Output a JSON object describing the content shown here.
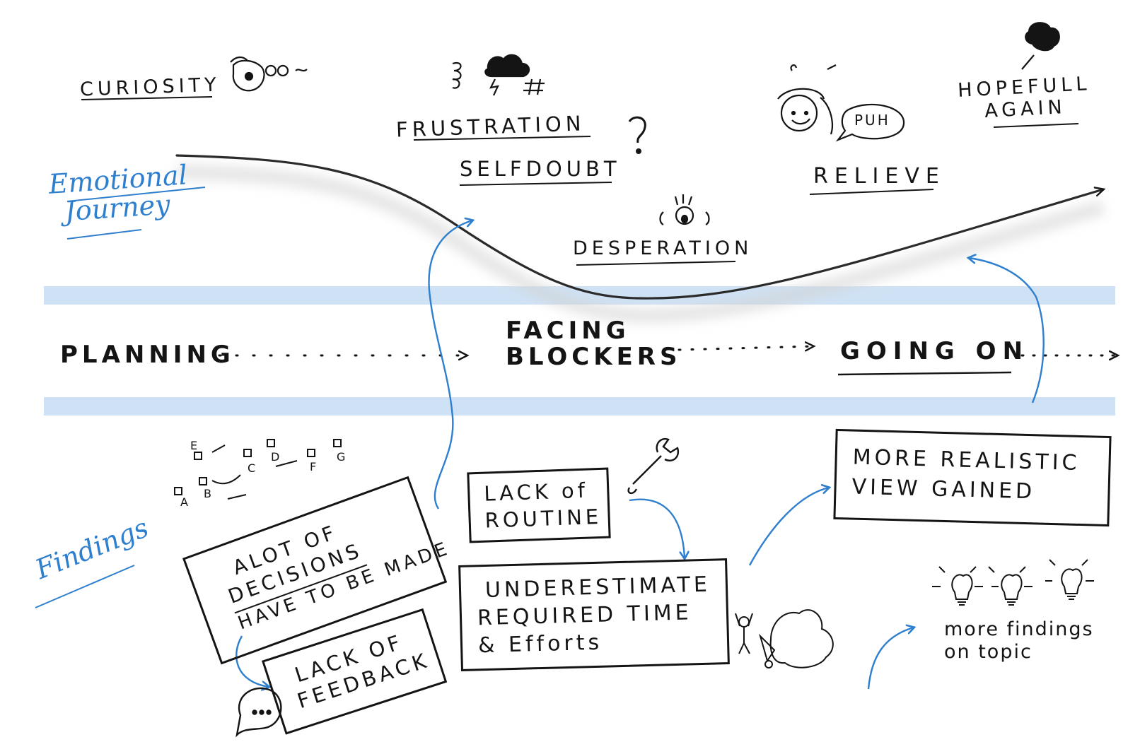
{
  "colors": {
    "ink": "#141414",
    "accent_blue": "#2f7fcf",
    "band_blue": "#cfe2f5"
  },
  "side_labels": {
    "emotional_line1": "Emotional",
    "emotional_line2": "Journey",
    "findings": "Findings"
  },
  "emotions": {
    "curiosity": "CURIOSITY",
    "frustration": "FRUSTRATION",
    "selfdoubt": "SELFDOUBT",
    "desperation": "DESPERATION",
    "relieve": "RELIEVE",
    "hopefull_line1": "HOPEFULL",
    "hopefull_line2": "AGAIN",
    "puh": "PUH"
  },
  "phases": {
    "planning": "PLANNING",
    "facing_line1": "FACING",
    "facing_line2": "BLOCKERS",
    "going_on": "GOING ON"
  },
  "decision_letters": [
    "A",
    "B",
    "C",
    "D",
    "E",
    "F",
    "G"
  ],
  "findings": {
    "decisions_line1": "ALOT OF",
    "decisions_line2": "DECISIONS",
    "decisions_line3": "HAVE TO BE MADE",
    "feedback_line1": "LACK OF",
    "feedback_line2": "FEEDBACK",
    "routine_line1": "LACK of",
    "routine_line2": "ROUTINE",
    "underestimate_line1": "UNDERESTIMATE",
    "underestimate_line2": "REQUIRED TIME",
    "underestimate_line3": "& Efforts",
    "realistic_line1": "MORE REALISTIC",
    "realistic_line2": "VIEW GAINED",
    "more_line1": "more findings",
    "more_line2": "on topic"
  },
  "icons": [
    "dog-face-icon",
    "storm-cloud-icon",
    "question-mark-icon",
    "screaming-face-icon",
    "sweating-face-icon",
    "speech-bubble-icon",
    "balloon-icon",
    "wrench-icon",
    "person-pushing-boulder-icon",
    "lightbulb-icon"
  ]
}
